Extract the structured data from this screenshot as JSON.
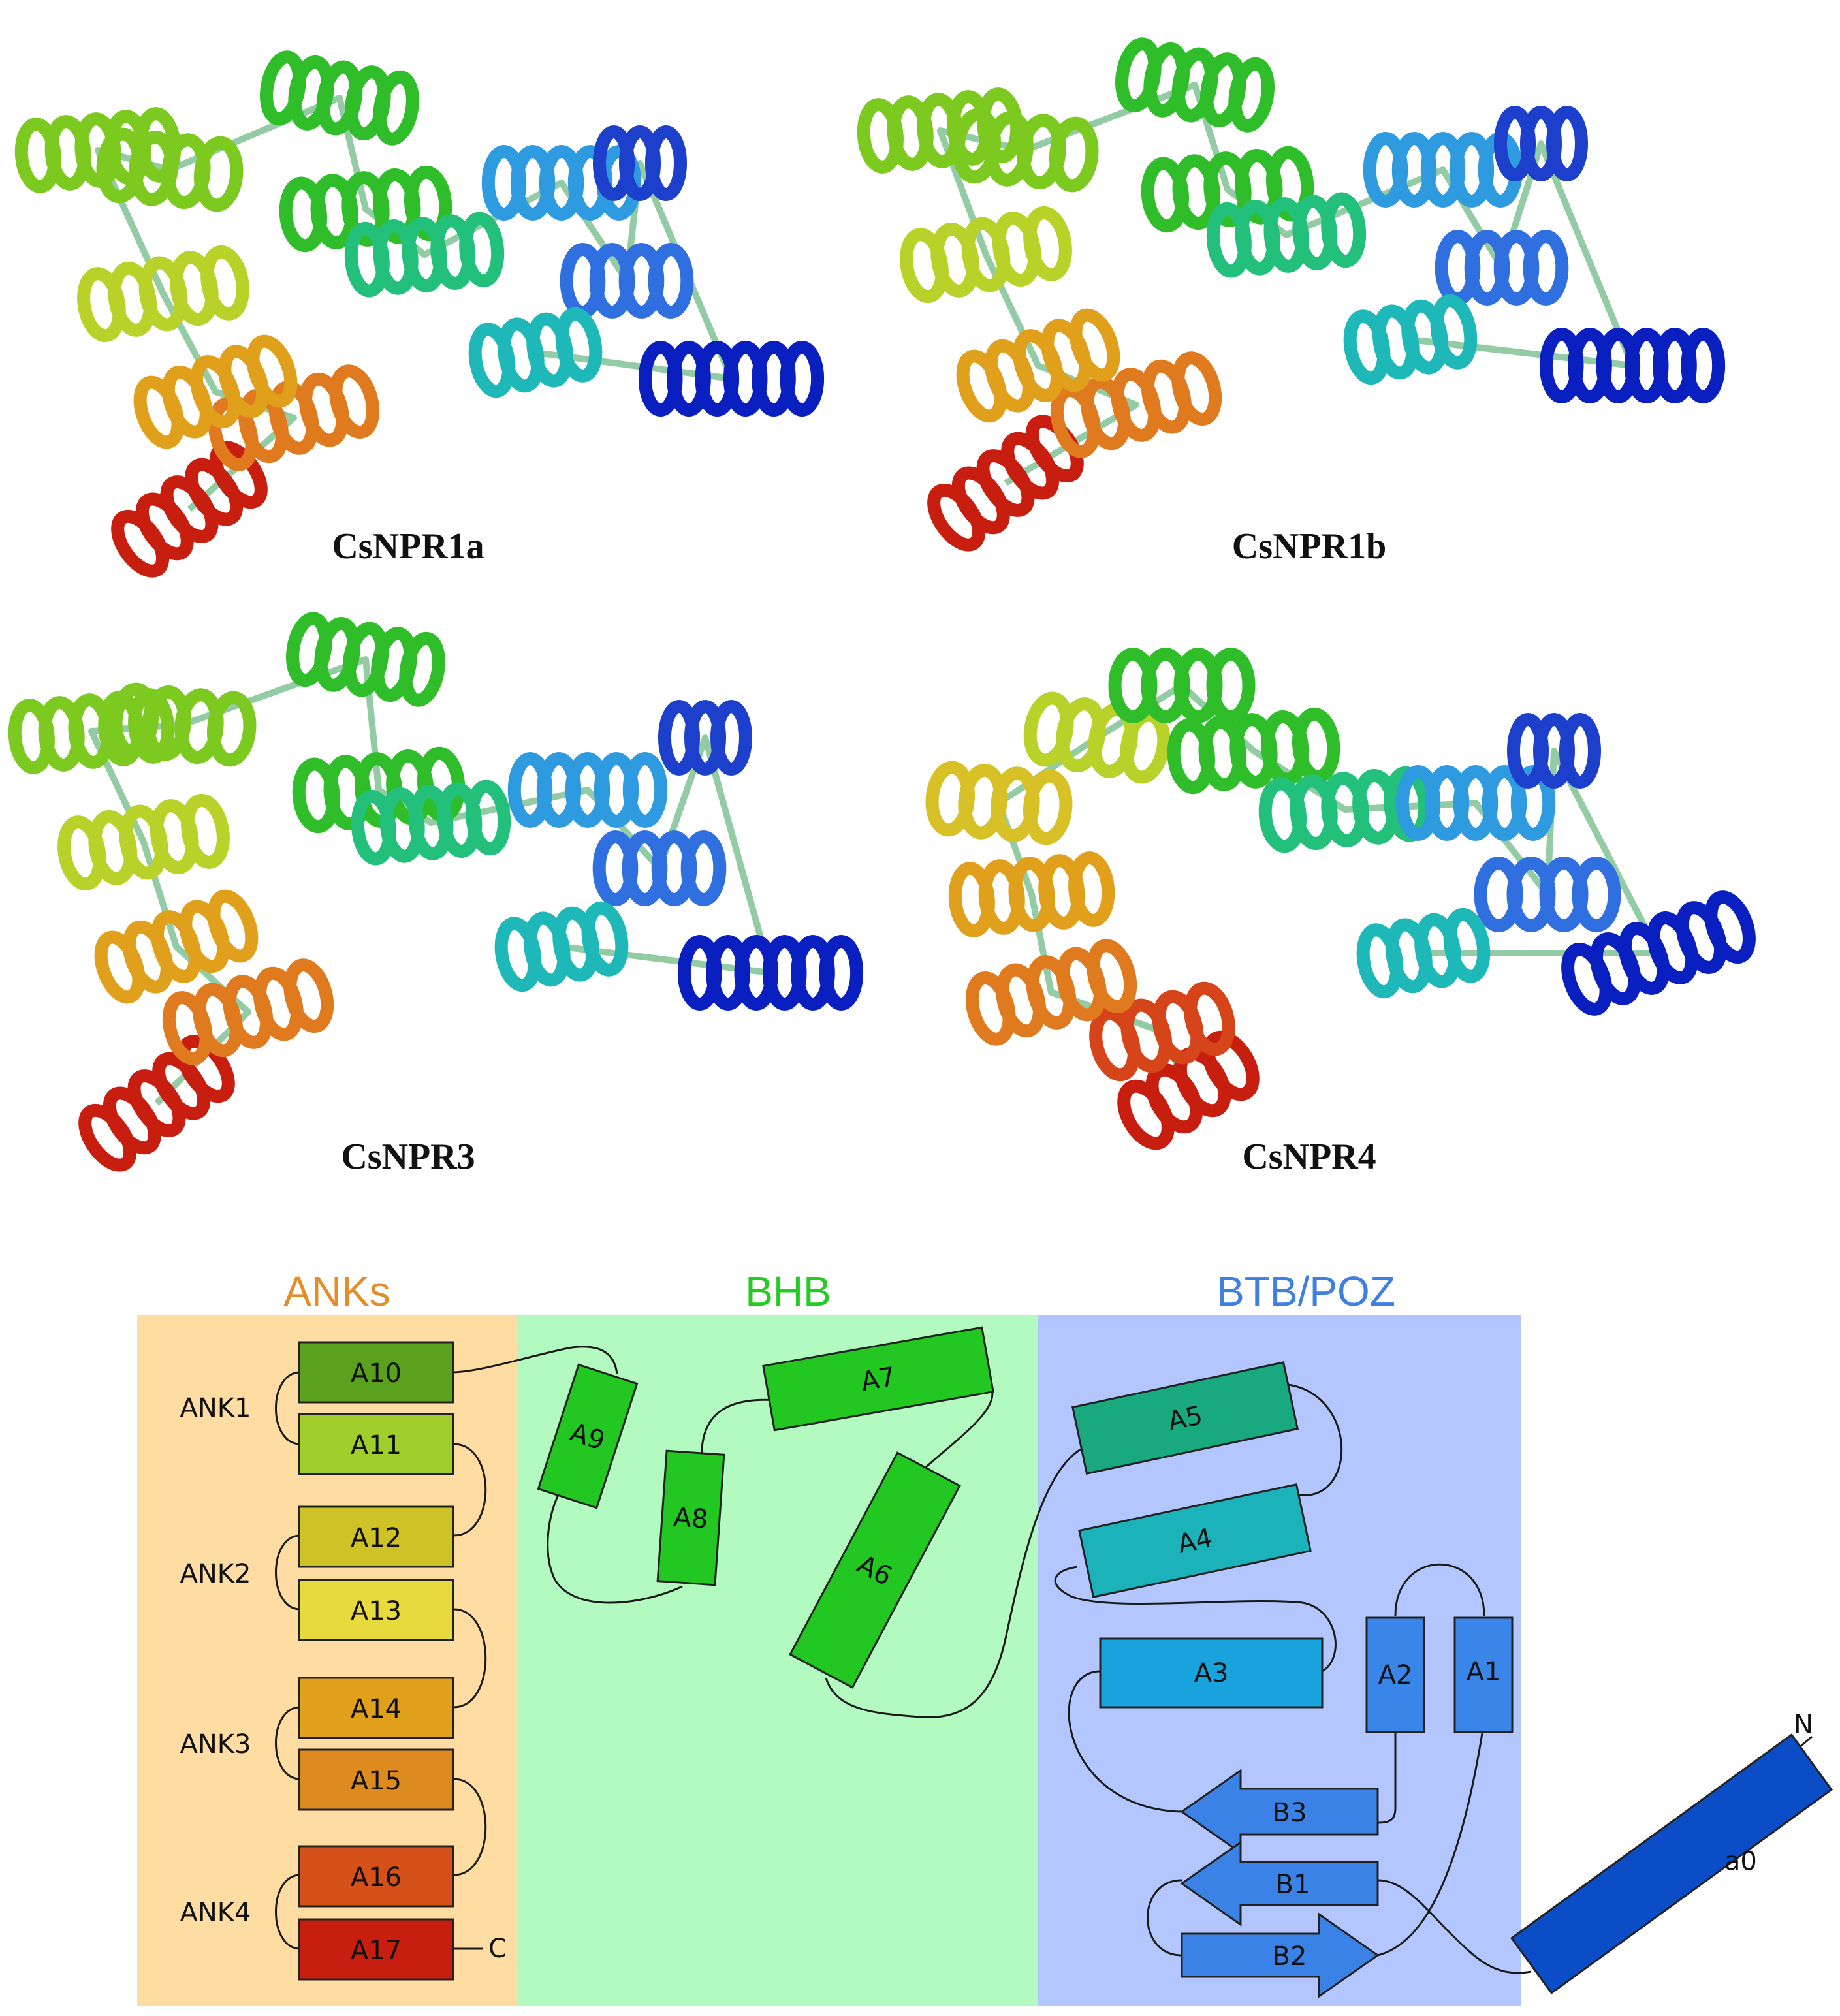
{
  "structures": [
    {
      "name": "CsNPR1a"
    },
    {
      "name": "CsNPR1b"
    },
    {
      "name": "CsNPR3"
    },
    {
      "name": "CsNPR4"
    }
  ],
  "domains": [
    {
      "name": "ANKs",
      "color": "#E38E2B",
      "background": "#FFDCA1"
    },
    {
      "name": "BHB",
      "color": "#22CC22",
      "background": "#B3FAC0"
    },
    {
      "name": "BTB/POZ",
      "color": "#3F7FE0",
      "background": "#B3C6FF"
    }
  ],
  "ank_groups": [
    "ANK1",
    "ANK2",
    "ANK3",
    "ANK4"
  ],
  "helices": {
    "A10": {
      "label": "A10",
      "color": "#5AA21E"
    },
    "A11": {
      "label": "A11",
      "color": "#A0CE2A"
    },
    "A12": {
      "label": "A12",
      "color": "#CFC226"
    },
    "A13": {
      "label": "A13",
      "color": "#E8D93C"
    },
    "A14": {
      "label": "A14",
      "color": "#E0A01C"
    },
    "A15": {
      "label": "A15",
      "color": "#DD8A1E"
    },
    "A16": {
      "label": "A16",
      "color": "#D6511A"
    },
    "A17": {
      "label": "A17",
      "color": "#C81E0F"
    },
    "A9": {
      "label": "A9",
      "color": "#22C722"
    },
    "A8": {
      "label": "A8",
      "color": "#22C722"
    },
    "A7": {
      "label": "A7",
      "color": "#22C722"
    },
    "A6": {
      "label": "A6",
      "color": "#22C722"
    },
    "A5": {
      "label": "A5",
      "color": "#18A97E"
    },
    "A4": {
      "label": "A4",
      "color": "#1CB2B9"
    },
    "A3": {
      "label": "A3",
      "color": "#18A3DC"
    },
    "A2": {
      "label": "A2",
      "color": "#3A86E8"
    },
    "A1": {
      "label": "A1",
      "color": "#3A86E8"
    },
    "a0": {
      "label": "a0",
      "color": "#0B4DC7"
    }
  },
  "strands": {
    "B3": {
      "label": "B3",
      "color": "#3A82E6"
    },
    "B1": {
      "label": "B1",
      "color": "#3A82E6"
    },
    "B2": {
      "label": "B2",
      "color": "#3A82E6"
    }
  },
  "termini": {
    "n": "N",
    "c": "C"
  }
}
